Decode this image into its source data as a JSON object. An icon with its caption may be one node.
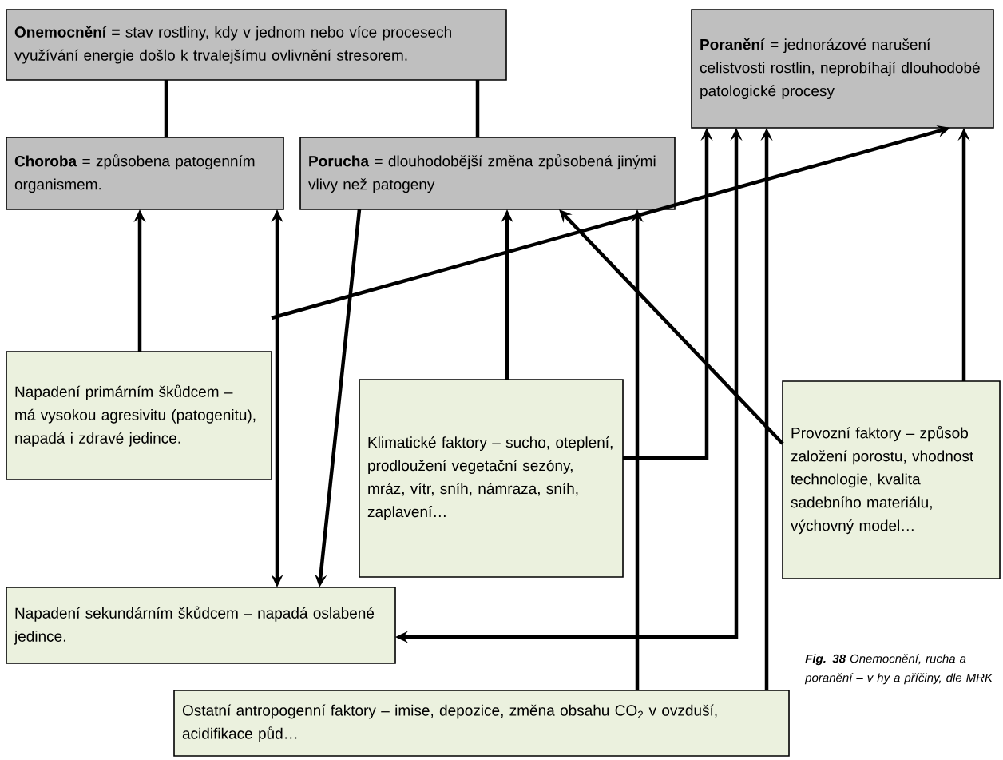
{
  "diagram": {
    "nodes": [
      {
        "text": [
          "**Onemocnění =** stav rostliny, kdy v jednom nebo více procesech využívání energie došlo k trvalejšímu ovlivnění stresorem."
        ]
      },
      {
        "text": [
          "**Poranění** = jednorázové narušení celistvosti rostlin, neprobíhají dlouhodobé patologické procesy"
        ]
      },
      {
        "text": [
          "**Choroba** = způsobena patogenním organismem."
        ]
      },
      {
        "text": [
          "**Porucha** = dlouhodobější změna způsobená jinými vlivy než patogeny"
        ]
      },
      {
        "text": [
          "Napadení primárním škůdcem – má vysokou agresivitu (patogenitu), napadá i zdravé jedince."
        ]
      },
      {
        "text": [
          "Klimatické faktory – sucho, oteplení, prodloužení vegetační sezóny, mráz, vítr, sníh, námraza, sníh, zaplavení…"
        ]
      },
      {
        "text": [
          "Provozní faktory – způsob založení porostu, vhodnost technologie, kvalita sadebního materiálu, výchovný model…"
        ]
      },
      {
        "text": [
          "Napadení sekundárním škůdcem – napadá oslabené jedince."
        ]
      },
      {
        "text": [
          "Ostatní antropogenní faktory – imise, depozice, změna obsahu CO$_{2}$ v ovzduší, acidifikace půd…"
        ]
      }
    ],
    "edges": [
      {
        "from": 0,
        "to": 2,
        "arrow": "none"
      },
      {
        "from": 0,
        "to": 3,
        "arrow": "none"
      },
      {
        "from": 4,
        "to": 2,
        "arrow": "to"
      },
      {
        "from": 4,
        "to": 1,
        "arrow": "to"
      },
      {
        "from": 7,
        "to": 2,
        "arrow": "both"
      },
      {
        "from": 3,
        "to": 7,
        "arrow": "to"
      },
      {
        "from": 5,
        "to": 3,
        "arrow": "to"
      },
      {
        "from": 5,
        "to": 1,
        "arrow": "to"
      },
      {
        "from": 6,
        "to": 3,
        "arrow": "to"
      },
      {
        "from": 6,
        "to": 1,
        "arrow": "to"
      },
      {
        "from": 8,
        "to": 3,
        "arrow": "to"
      },
      {
        "from": 8,
        "to": 1,
        "arrow": "to"
      },
      {
        "from": 1,
        "to": 7,
        "arrow": "both"
      }
    ],
    "caption": "**Fig.  38** Onemocnění, rucha a poranění – v hy a příčiny, dle MRK"
  }
}
